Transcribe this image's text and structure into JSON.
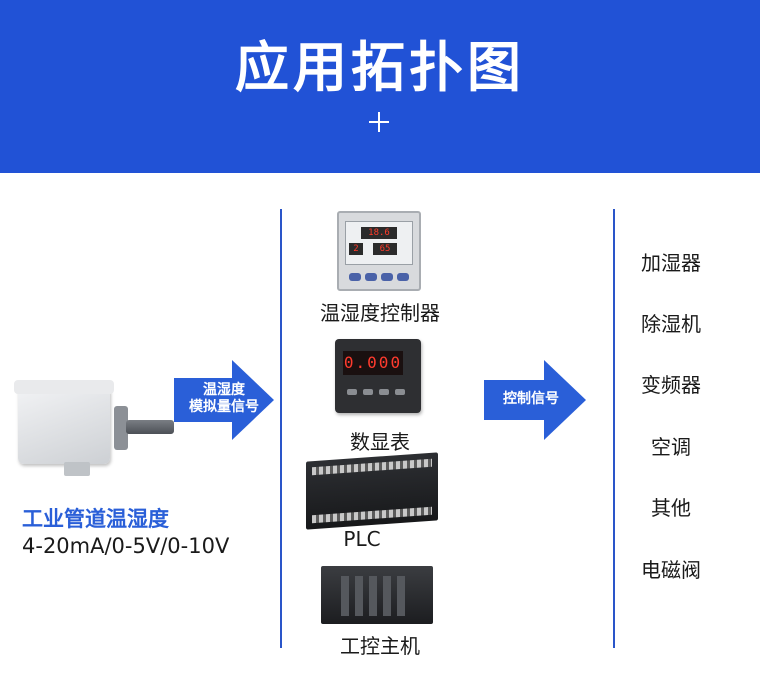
{
  "header": {
    "title": "应用拓扑图",
    "plus": "+"
  },
  "sensor": {
    "name": "工业管道温湿度",
    "spec": "4-20mA/0-5V/0-10V"
  },
  "arrow_left": {
    "line1": "温湿度",
    "line2": "模拟量信号"
  },
  "arrow_right": {
    "label": "控制信号"
  },
  "devices": [
    {
      "label": "温湿度控制器",
      "icon": "temperature-humidity-controller"
    },
    {
      "label": "数显表",
      "icon": "digital-display-meter"
    },
    {
      "label": "PLC",
      "icon": "plc"
    },
    {
      "label": "工控主机",
      "icon": "industrial-computer"
    }
  ],
  "controller_display": {
    "temp": "18.6",
    "ch": "2",
    "humidity": "65"
  },
  "meter_display": "0.000",
  "outputs": [
    "加湿器",
    "除湿机",
    "变频器",
    "空调",
    "其他",
    "电磁阀"
  ],
  "colors": {
    "header": "#2152d6",
    "accent": "#2a5fd8",
    "divider": "#2a55c9"
  }
}
